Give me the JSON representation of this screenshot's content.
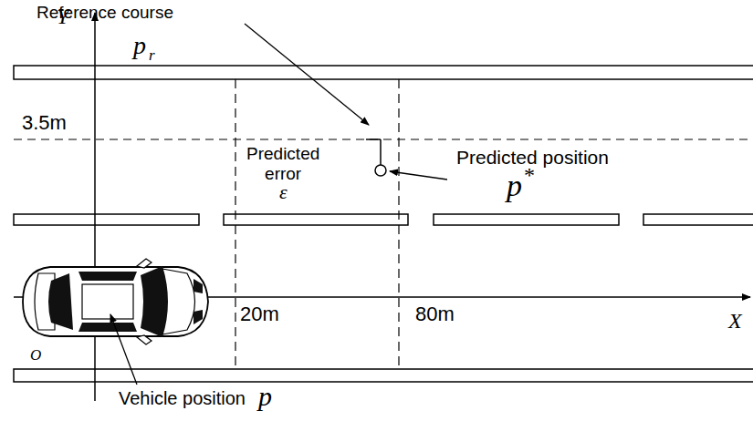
{
  "diagram": {
    "labels": [
      "Reference course",
      "Y",
      "p",
      "r",
      "3.5m",
      "Predicted error",
      "ε",
      "Predicted position",
      "p",
      "*",
      "20m",
      "80m",
      "X",
      "O",
      "Vehicle position",
      "p"
    ]
  }
}
